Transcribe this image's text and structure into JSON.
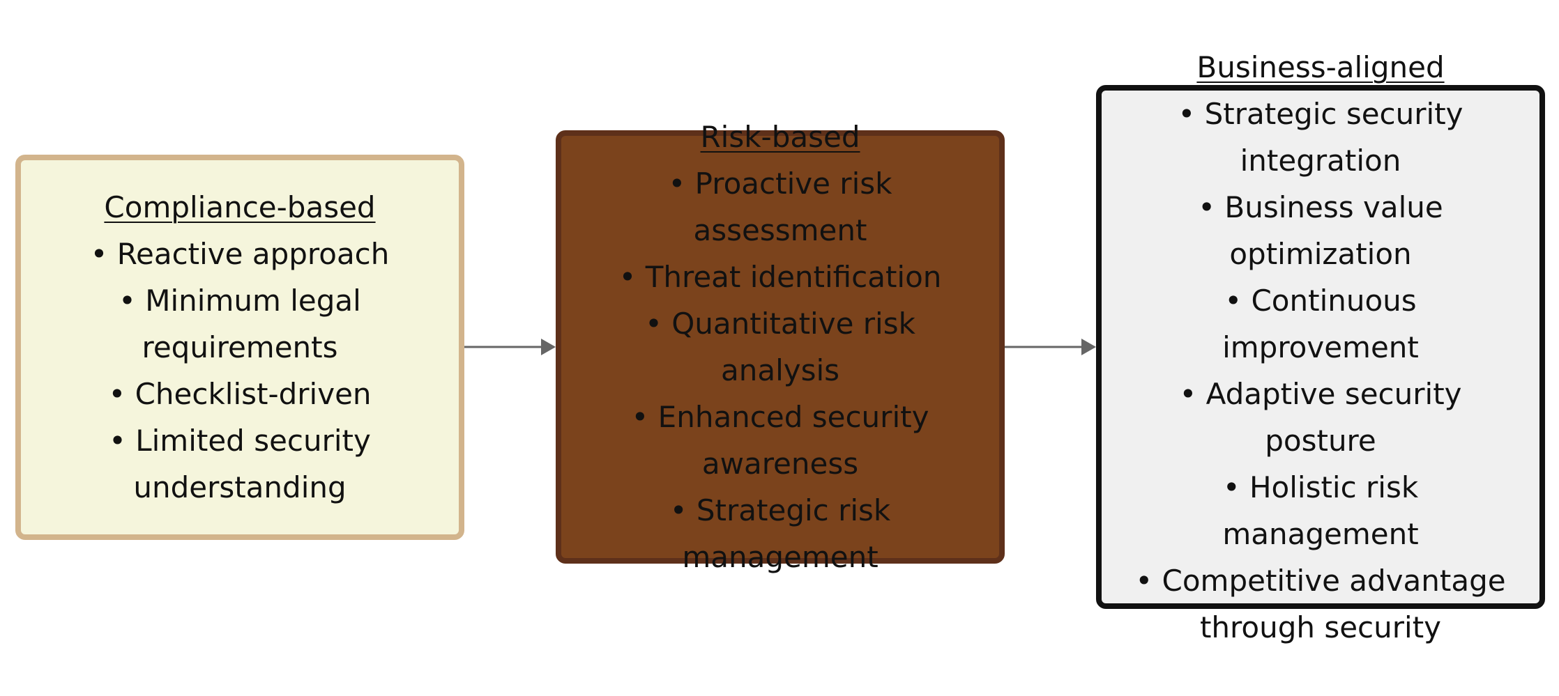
{
  "diagram": {
    "nodes": [
      {
        "id": "compliance",
        "title": "Compliance-based",
        "items": [
          "Reactive approach",
          "Minimum legal requirements",
          "Checklist-driven",
          "Limited security understanding"
        ],
        "fill": "#f5f5dc",
        "border": "#d2b48c"
      },
      {
        "id": "risk",
        "title": "Risk-based",
        "items": [
          "Proactive risk assessment",
          "Threat identification",
          "Quantitative risk analysis",
          "Enhanced security awareness",
          "Strategic risk management"
        ],
        "fill": "#7b431c",
        "border": "#5e301a"
      },
      {
        "id": "business",
        "title": "Business-aligned",
        "items": [
          "Strategic security integration",
          "Business value optimization",
          "Continuous improvement",
          "Adaptive security posture",
          "Holistic risk management",
          "Competitive advantage through security"
        ],
        "fill": "#f0f0f0",
        "border": "#111111"
      }
    ],
    "edges": [
      {
        "from": "compliance",
        "to": "risk"
      },
      {
        "from": "risk",
        "to": "business"
      }
    ],
    "edge_color": "#666666"
  }
}
